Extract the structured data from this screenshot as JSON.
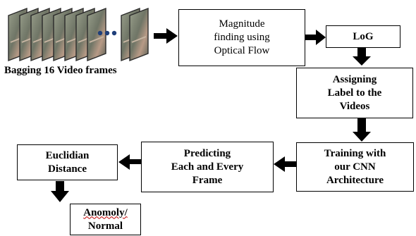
{
  "frames_caption": "Bagging 16 Video frames",
  "nodes": {
    "magnitude": "Magnitude\nfinding using\nOptical Flow",
    "log": "LoG",
    "assigning": "Assigning\nLabel to the\nVideos",
    "training": "Training with\nour CNN\nArchitecture",
    "predicting": "Predicting\nEach and Every\nFrame",
    "euclidian": "Euclidian\nDistance",
    "anomaly_line1": "Anomoly/",
    "anomaly_line2": "Normal"
  },
  "colors": {
    "stroke": "#000000",
    "arrow": "#000000",
    "frame_border": "#2a2a2a",
    "frame_fill": "#8a8a7a",
    "spellcheck": "#c00000"
  }
}
